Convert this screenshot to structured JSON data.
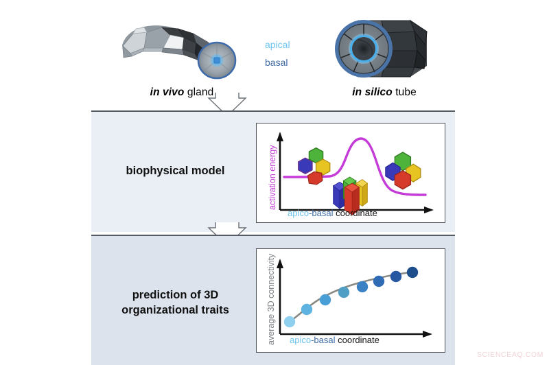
{
  "figure": {
    "watermark": "SCIENCEAQ.COM"
  },
  "renders": [
    {
      "id": "in-vivo-gland",
      "caption_italic": "in vivo",
      "caption_regular": " gland"
    },
    {
      "id": "in-silico-tube",
      "caption_italic": "in silico",
      "caption_regular": " tube"
    }
  ],
  "legend": {
    "apical_label": "apical",
    "apical_color": "#6cc4ef",
    "basal_label": "basal",
    "basal_color": "#3f6ca8"
  },
  "panels": [
    {
      "id": "biophysical-model",
      "label": "biophysical model",
      "background": "#e9eff4"
    },
    {
      "id": "prediction-3d-traits",
      "label_line1": "prediction of 3D",
      "label_line2": "organizational traits",
      "background": "#dde3ec"
    }
  ],
  "chart_data": [
    {
      "type": "line",
      "id": "activation-energy-curve",
      "title": "",
      "ylabel": "activation energy",
      "ylabel_color": "#c43bd8",
      "xlabel_parts": [
        {
          "text": "apico",
          "color": "#6cc4ef"
        },
        {
          "text": "-basal ",
          "color": "#3f6ca8"
        },
        {
          "text": "coordinate",
          "color": "#111111"
        }
      ],
      "curve_color": "#c43bd8",
      "grid": false,
      "legend": "none",
      "xlim": [
        0,
        1
      ],
      "ylim": [
        0,
        1
      ],
      "x": [
        0.0,
        0.08,
        0.16,
        0.24,
        0.3,
        0.34,
        0.38,
        0.42,
        0.46,
        0.5,
        0.54,
        0.58,
        0.62,
        0.66,
        0.7,
        0.78,
        0.86,
        1.0
      ],
      "y": [
        0.46,
        0.46,
        0.46,
        0.46,
        0.47,
        0.52,
        0.66,
        0.84,
        0.93,
        0.88,
        0.72,
        0.52,
        0.34,
        0.24,
        0.19,
        0.17,
        0.17,
        0.17
      ],
      "annotations": [
        {
          "name": "cell-cluster-flat-left",
          "x": 0.17,
          "y": 0.78,
          "cells": [
            "#3a3ab8",
            "#4db33a",
            "#e8c423",
            "#d63a2a"
          ]
        },
        {
          "name": "cell-prism-cluster-mid",
          "x": 0.48,
          "y": 0.24,
          "cells": [
            "#3a3ab8",
            "#4db33a",
            "#d63a2a",
            "#e8c423"
          ]
        },
        {
          "name": "cell-rosette-right",
          "x": 0.82,
          "y": 0.58,
          "cells": [
            "#4db33a",
            "#3a3ab8",
            "#e8c423",
            "#d63a2a"
          ]
        }
      ]
    },
    {
      "type": "scatter",
      "id": "average-3d-connectivity",
      "title": "",
      "ylabel": "average 3D connectivity",
      "ylabel_color": "#7c8084",
      "xlabel_parts": [
        {
          "text": "apico",
          "color": "#6cc4ef"
        },
        {
          "text": "-basal ",
          "color": "#3f6ca8"
        },
        {
          "text": "coordinate",
          "color": "#111111"
        }
      ],
      "line_color": "#8a8a84",
      "grid": false,
      "legend": "none",
      "xlim": [
        0,
        1
      ],
      "ylim": [
        0,
        1
      ],
      "x": [
        0.03,
        0.16,
        0.29,
        0.42,
        0.55,
        0.66,
        0.78,
        0.9
      ],
      "y": [
        0.1,
        0.33,
        0.47,
        0.57,
        0.65,
        0.71,
        0.77,
        0.81
      ],
      "point_colors": [
        "#8ed0ee",
        "#5fb3e0",
        "#4a9ed6",
        "#4f9fc4",
        "#3b82c4",
        "#2f6cb5",
        "#2658a2",
        "#1e4e8c"
      ]
    }
  ]
}
